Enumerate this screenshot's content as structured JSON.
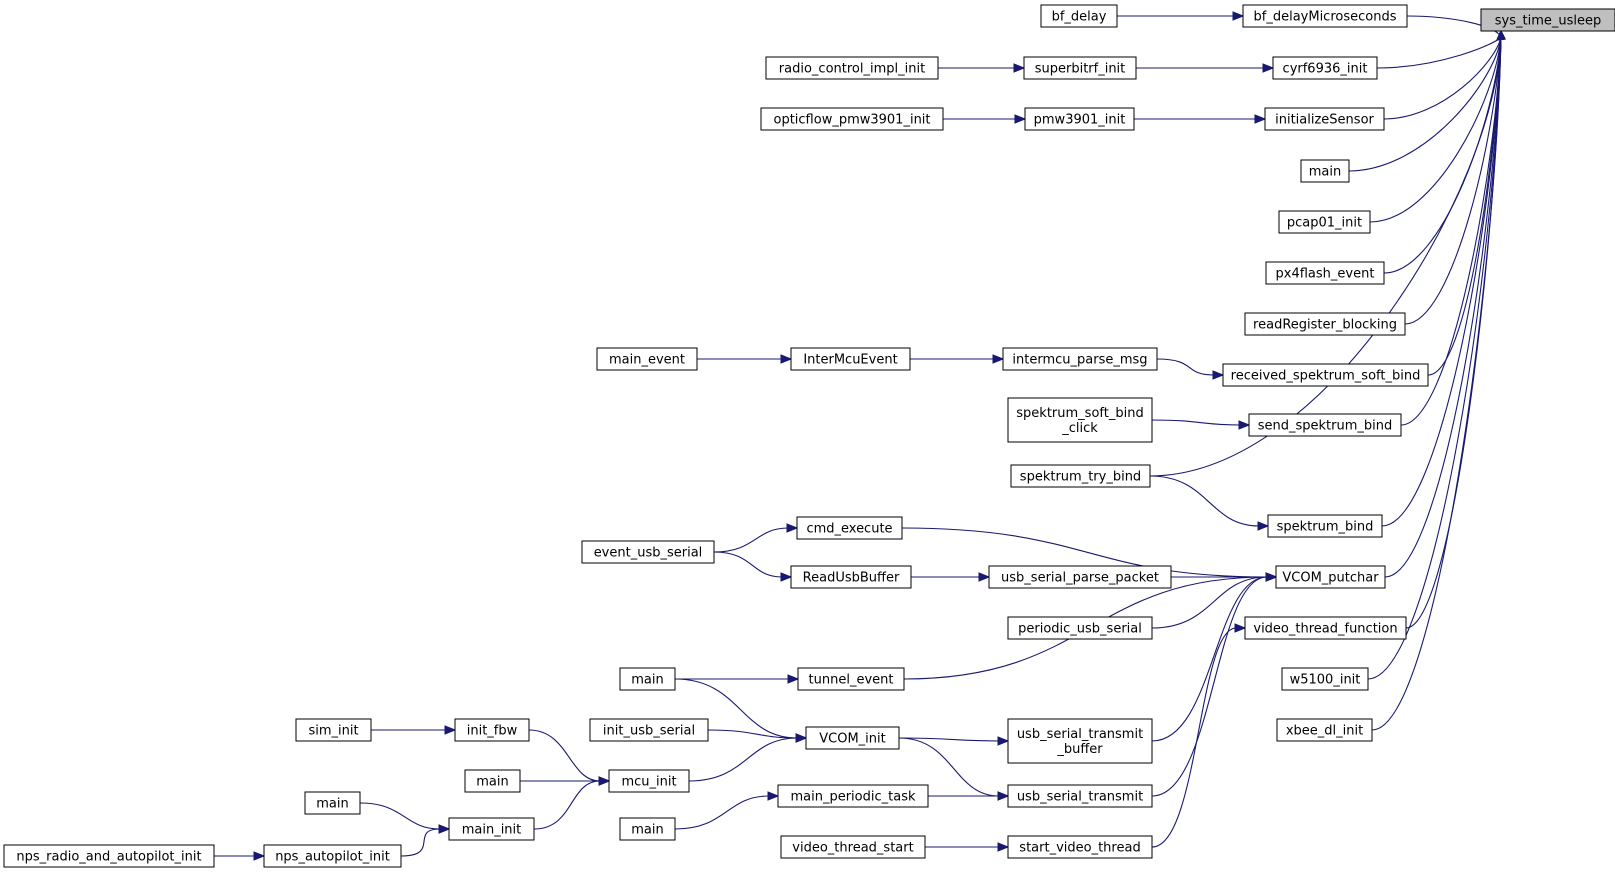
{
  "graph": {
    "root": "sys_time_usleep",
    "colors": {
      "edge": "#191970",
      "node_fill": "#ffffff",
      "root_fill": "#bfbfbf",
      "node_stroke": "#000000"
    },
    "nodes": [
      {
        "id": "n_root",
        "lines": [
          "sys_time_usleep"
        ],
        "root": true
      },
      {
        "id": "n_bf_delayMicroseconds",
        "lines": [
          "bf_delayMicroseconds"
        ]
      },
      {
        "id": "n_cyrf6936_init",
        "lines": [
          "cyrf6936_init"
        ]
      },
      {
        "id": "n_initializeSensor",
        "lines": [
          "initializeSensor"
        ]
      },
      {
        "id": "n_main_a",
        "lines": [
          "main"
        ]
      },
      {
        "id": "n_pcap01_init",
        "lines": [
          "pcap01_init"
        ]
      },
      {
        "id": "n_px4flash_event",
        "lines": [
          "px4flash_event"
        ]
      },
      {
        "id": "n_readRegister_blocking",
        "lines": [
          "readRegister_blocking"
        ]
      },
      {
        "id": "n_received_spektrum_soft_bind",
        "lines": [
          "received_spektrum_soft_bind"
        ]
      },
      {
        "id": "n_send_spektrum_bind",
        "lines": [
          "send_spektrum_bind"
        ]
      },
      {
        "id": "n_spektrum_bind",
        "lines": [
          "spektrum_bind"
        ]
      },
      {
        "id": "n_VCOM_putchar",
        "lines": [
          "VCOM_putchar"
        ]
      },
      {
        "id": "n_video_thread_function",
        "lines": [
          "video_thread_function"
        ]
      },
      {
        "id": "n_w5100_init",
        "lines": [
          "w5100_init"
        ]
      },
      {
        "id": "n_xbee_dl_init",
        "lines": [
          "xbee_dl_init"
        ]
      },
      {
        "id": "n_bf_delay",
        "lines": [
          "bf_delay"
        ]
      },
      {
        "id": "n_superbitrf_init",
        "lines": [
          "superbitrf_init"
        ]
      },
      {
        "id": "n_pmw3901_init",
        "lines": [
          "pmw3901_init"
        ]
      },
      {
        "id": "n_intermcu_parse_msg",
        "lines": [
          "intermcu_parse_msg"
        ]
      },
      {
        "id": "n_spektrum_soft_bind_click",
        "lines": [
          "spektrum_soft_bind",
          "_click"
        ]
      },
      {
        "id": "n_spektrum_try_bind",
        "lines": [
          "spektrum_try_bind"
        ]
      },
      {
        "id": "n_cmd_execute",
        "lines": [
          "cmd_execute"
        ]
      },
      {
        "id": "n_usb_serial_parse_packet",
        "lines": [
          "usb_serial_parse_packet"
        ]
      },
      {
        "id": "n_periodic_usb_serial",
        "lines": [
          "periodic_usb_serial"
        ]
      },
      {
        "id": "n_tunnel_event",
        "lines": [
          "tunnel_event"
        ]
      },
      {
        "id": "n_usb_serial_transmit_buffer",
        "lines": [
          "usb_serial_transmit",
          "_buffer"
        ]
      },
      {
        "id": "n_usb_serial_transmit",
        "lines": [
          "usb_serial_transmit"
        ]
      },
      {
        "id": "n_start_video_thread",
        "lines": [
          "start_video_thread"
        ]
      },
      {
        "id": "n_radio_control_impl_init",
        "lines": [
          "radio_control_impl_init"
        ]
      },
      {
        "id": "n_opticflow_pmw3901_init",
        "lines": [
          "opticflow_pmw3901_init"
        ]
      },
      {
        "id": "n_InterMcuEvent",
        "lines": [
          "InterMcuEvent"
        ]
      },
      {
        "id": "n_main_event",
        "lines": [
          "main_event"
        ]
      },
      {
        "id": "n_ReadUsbBuffer",
        "lines": [
          "ReadUsbBuffer"
        ]
      },
      {
        "id": "n_event_usb_serial",
        "lines": [
          "event_usb_serial"
        ]
      },
      {
        "id": "n_main_b",
        "lines": [
          "main"
        ]
      },
      {
        "id": "n_VCOM_init",
        "lines": [
          "VCOM_init"
        ]
      },
      {
        "id": "n_init_usb_serial",
        "lines": [
          "init_usb_serial"
        ]
      },
      {
        "id": "n_mcu_init",
        "lines": [
          "mcu_init"
        ]
      },
      {
        "id": "n_init_fbw",
        "lines": [
          "init_fbw"
        ]
      },
      {
        "id": "n_sim_init",
        "lines": [
          "sim_init"
        ]
      },
      {
        "id": "n_main_c",
        "lines": [
          "main"
        ]
      },
      {
        "id": "n_main_init",
        "lines": [
          "main_init"
        ]
      },
      {
        "id": "n_main_d",
        "lines": [
          "main"
        ]
      },
      {
        "id": "n_nps_autopilot_init",
        "lines": [
          "nps_autopilot_init"
        ]
      },
      {
        "id": "n_nps_radio_and_autopilot_init",
        "lines": [
          "nps_radio_and_autopilot_init"
        ]
      },
      {
        "id": "n_main_periodic_task",
        "lines": [
          "main_periodic_task"
        ]
      },
      {
        "id": "n_main_e",
        "lines": [
          "main"
        ]
      },
      {
        "id": "n_video_thread_start",
        "lines": [
          "video_thread_start"
        ]
      }
    ],
    "edges": [
      [
        "n_bf_delayMicroseconds",
        "n_root"
      ],
      [
        "n_cyrf6936_init",
        "n_root"
      ],
      [
        "n_initializeSensor",
        "n_root"
      ],
      [
        "n_main_a",
        "n_root"
      ],
      [
        "n_pcap01_init",
        "n_root"
      ],
      [
        "n_px4flash_event",
        "n_root"
      ],
      [
        "n_readRegister_blocking",
        "n_root"
      ],
      [
        "n_received_spektrum_soft_bind",
        "n_root"
      ],
      [
        "n_send_spektrum_bind",
        "n_root"
      ],
      [
        "n_spektrum_try_bind",
        "n_root"
      ],
      [
        "n_spektrum_bind",
        "n_root"
      ],
      [
        "n_VCOM_putchar",
        "n_root"
      ],
      [
        "n_video_thread_function",
        "n_root"
      ],
      [
        "n_w5100_init",
        "n_root"
      ],
      [
        "n_xbee_dl_init",
        "n_root"
      ],
      [
        "n_bf_delay",
        "n_bf_delayMicroseconds"
      ],
      [
        "n_superbitrf_init",
        "n_cyrf6936_init"
      ],
      [
        "n_radio_control_impl_init",
        "n_superbitrf_init"
      ],
      [
        "n_pmw3901_init",
        "n_initializeSensor"
      ],
      [
        "n_opticflow_pmw3901_init",
        "n_pmw3901_init"
      ],
      [
        "n_intermcu_parse_msg",
        "n_received_spektrum_soft_bind"
      ],
      [
        "n_InterMcuEvent",
        "n_intermcu_parse_msg"
      ],
      [
        "n_main_event",
        "n_InterMcuEvent"
      ],
      [
        "n_spektrum_soft_bind_click",
        "n_send_spektrum_bind"
      ],
      [
        "n_spektrum_try_bind",
        "n_spektrum_bind"
      ],
      [
        "n_cmd_execute",
        "n_VCOM_putchar"
      ],
      [
        "n_usb_serial_parse_packet",
        "n_VCOM_putchar"
      ],
      [
        "n_periodic_usb_serial",
        "n_VCOM_putchar"
      ],
      [
        "n_tunnel_event",
        "n_VCOM_putchar"
      ],
      [
        "n_usb_serial_transmit_buffer",
        "n_VCOM_putchar"
      ],
      [
        "n_usb_serial_transmit",
        "n_VCOM_putchar"
      ],
      [
        "n_start_video_thread",
        "n_video_thread_function"
      ],
      [
        "n_event_usb_serial",
        "n_cmd_execute"
      ],
      [
        "n_event_usb_serial",
        "n_ReadUsbBuffer"
      ],
      [
        "n_ReadUsbBuffer",
        "n_usb_serial_parse_packet"
      ],
      [
        "n_main_b",
        "n_tunnel_event"
      ],
      [
        "n_main_b",
        "n_VCOM_init"
      ],
      [
        "n_init_usb_serial",
        "n_VCOM_init"
      ],
      [
        "n_mcu_init",
        "n_VCOM_init"
      ],
      [
        "n_VCOM_init",
        "n_usb_serial_transmit_buffer"
      ],
      [
        "n_VCOM_init",
        "n_usb_serial_transmit"
      ],
      [
        "n_init_fbw",
        "n_mcu_init"
      ],
      [
        "n_sim_init",
        "n_init_fbw"
      ],
      [
        "n_main_c",
        "n_mcu_init"
      ],
      [
        "n_main_init",
        "n_mcu_init"
      ],
      [
        "n_main_d",
        "n_main_init"
      ],
      [
        "n_nps_autopilot_init",
        "n_main_init"
      ],
      [
        "n_nps_radio_and_autopilot_init",
        "n_nps_autopilot_init"
      ],
      [
        "n_main_periodic_task",
        "n_usb_serial_transmit"
      ],
      [
        "n_main_e",
        "n_main_periodic_task"
      ],
      [
        "n_video_thread_start",
        "n_start_video_thread"
      ]
    ]
  }
}
